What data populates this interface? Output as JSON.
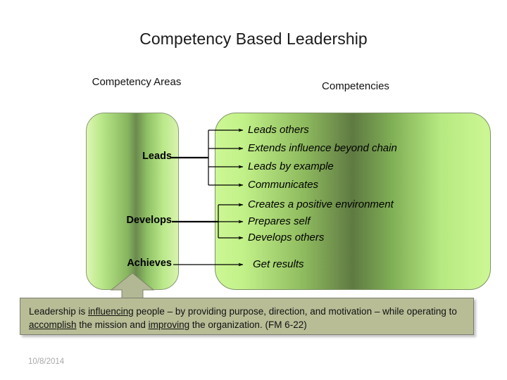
{
  "slide": {
    "title": "Competency Based Leadership",
    "date": "10/8/2014"
  },
  "headings": {
    "left": "Competency Areas",
    "right": "Competencies"
  },
  "areas": [
    {
      "label": "Leads"
    },
    {
      "label": "Develops"
    },
    {
      "label": "Achieves"
    }
  ],
  "competencies": [
    {
      "text": "Leads others"
    },
    {
      "text": "Extends influence beyond chain"
    },
    {
      "text": "Leads by example"
    },
    {
      "text": "Communicates"
    },
    {
      "text": "Creates a positive environment"
    },
    {
      "text": "Prepares self"
    },
    {
      "text": "Develops others"
    },
    {
      "text": "Get results"
    }
  ],
  "caption": {
    "part1": "Leadership is ",
    "underline1": "influencing",
    "part2": " people – by providing purpose, direction, and motivation – while operating to ",
    "underline2": "accomplish",
    "part3": " the mission and ",
    "underline3": "improving",
    "part4": " the organization. (FM 6-22)"
  },
  "colors": {
    "box_light_green": "#cdf794",
    "box_dark_green": "#5f7a42",
    "area_box_center": "#6b8a4e",
    "caption_bg": "#b8bd96",
    "caption_border": "#7c7c70",
    "arrow_fill": "#b2b894",
    "connector_stroke": "#000000",
    "date_color": "#a8a8a8"
  }
}
